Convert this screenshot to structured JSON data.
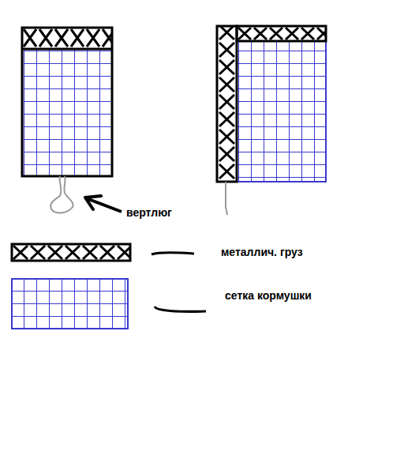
{
  "diagram": {
    "labels": [
      "вертлюг"
    ],
    "legend": [
      {
        "text": "металлич. груз"
      },
      {
        "text": "сетка кормушки"
      }
    ]
  }
}
